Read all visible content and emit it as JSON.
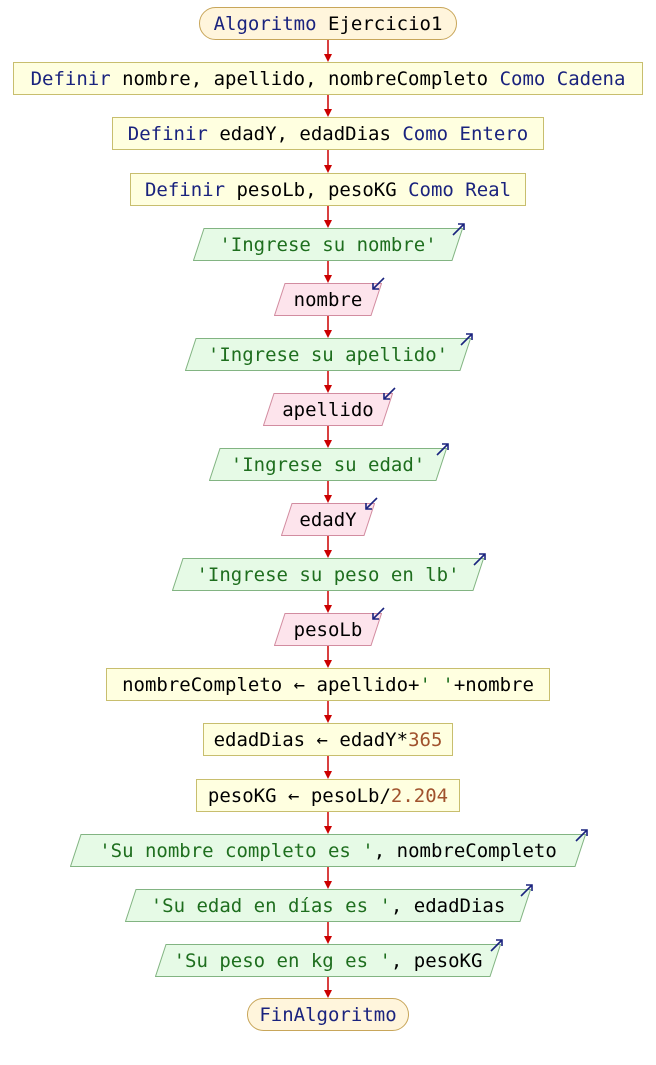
{
  "colors": {
    "connector": "#cc0000",
    "terminal_fill": "#fff5dc",
    "terminal_border": "#c8a65a",
    "process_fill": "#ffffe0",
    "process_border": "#c8be6e",
    "output_fill": "#e6fae6",
    "output_border": "#82b482",
    "input_fill": "#fde4ec",
    "input_border": "#d28ca0",
    "keyword": "#1a237e",
    "string": "#1e6e1e",
    "number": "#a0522d",
    "io_arrow": "#1a237e"
  },
  "nodes": [
    {
      "name": "start-terminal",
      "type": "terminal",
      "tokens": [
        {
          "t": "Algoritmo ",
          "c": "kw"
        },
        {
          "t": "Ejercicio1",
          "c": "id"
        }
      ]
    },
    {
      "name": "define-cadena",
      "type": "process",
      "tokens": [
        {
          "t": "Definir ",
          "c": "kw"
        },
        {
          "t": "nombre, apellido, nombreCompleto ",
          "c": "id"
        },
        {
          "t": "Como Cadena",
          "c": "kw"
        }
      ]
    },
    {
      "name": "define-entero",
      "type": "process",
      "tokens": [
        {
          "t": "Definir ",
          "c": "kw"
        },
        {
          "t": "edadY, edadDias ",
          "c": "id"
        },
        {
          "t": "Como Entero",
          "c": "kw"
        }
      ]
    },
    {
      "name": "define-real",
      "type": "process",
      "tokens": [
        {
          "t": "Definir ",
          "c": "kw"
        },
        {
          "t": "pesoLb, pesoKG ",
          "c": "id"
        },
        {
          "t": "Como Real",
          "c": "kw"
        }
      ]
    },
    {
      "name": "output-ingrese-nombre",
      "type": "output",
      "tokens": [
        {
          "t": "'Ingrese su nombre'",
          "c": "str"
        }
      ]
    },
    {
      "name": "input-nombre",
      "type": "input",
      "tokens": [
        {
          "t": "nombre",
          "c": "id"
        }
      ]
    },
    {
      "name": "output-ingrese-apellido",
      "type": "output",
      "tokens": [
        {
          "t": "'Ingrese su apellido'",
          "c": "str"
        }
      ]
    },
    {
      "name": "input-apellido",
      "type": "input",
      "tokens": [
        {
          "t": "apellido",
          "c": "id"
        }
      ]
    },
    {
      "name": "output-ingrese-edad",
      "type": "output",
      "tokens": [
        {
          "t": "'Ingrese su edad'",
          "c": "str"
        }
      ]
    },
    {
      "name": "input-edady",
      "type": "input",
      "tokens": [
        {
          "t": "edadY",
          "c": "id"
        }
      ]
    },
    {
      "name": "output-ingrese-peso",
      "type": "output",
      "tokens": [
        {
          "t": "'Ingrese su peso en lb'",
          "c": "str"
        }
      ]
    },
    {
      "name": "input-pesolb",
      "type": "input",
      "tokens": [
        {
          "t": "pesoLb",
          "c": "id"
        }
      ]
    },
    {
      "name": "assign-nombre-completo",
      "type": "process",
      "tokens": [
        {
          "t": "nombreCompleto ← apellido+",
          "c": "id"
        },
        {
          "t": "' '",
          "c": "str"
        },
        {
          "t": "+nombre",
          "c": "id"
        }
      ]
    },
    {
      "name": "assign-edad-dias",
      "type": "process",
      "tokens": [
        {
          "t": "edadDias ← edadY*",
          "c": "id"
        },
        {
          "t": "365",
          "c": "num"
        }
      ]
    },
    {
      "name": "assign-peso-kg",
      "type": "process",
      "tokens": [
        {
          "t": "pesoKG ← pesoLb/",
          "c": "id"
        },
        {
          "t": "2.204",
          "c": "num"
        }
      ]
    },
    {
      "name": "output-nombre-completo",
      "type": "output",
      "tokens": [
        {
          "t": "'Su nombre completo es '",
          "c": "str"
        },
        {
          "t": ", nombreCompleto",
          "c": "id"
        }
      ]
    },
    {
      "name": "output-edad-dias",
      "type": "output",
      "tokens": [
        {
          "t": "'Su edad en días es '",
          "c": "str"
        },
        {
          "t": ", edadDias",
          "c": "id"
        }
      ]
    },
    {
      "name": "output-peso-kg",
      "type": "output",
      "tokens": [
        {
          "t": "'Su peso en kg es '",
          "c": "str"
        },
        {
          "t": ", pesoKG",
          "c": "id"
        }
      ]
    },
    {
      "name": "end-terminal",
      "type": "terminal",
      "tokens": [
        {
          "t": "FinAlgoritmo",
          "c": "kw"
        }
      ]
    }
  ]
}
